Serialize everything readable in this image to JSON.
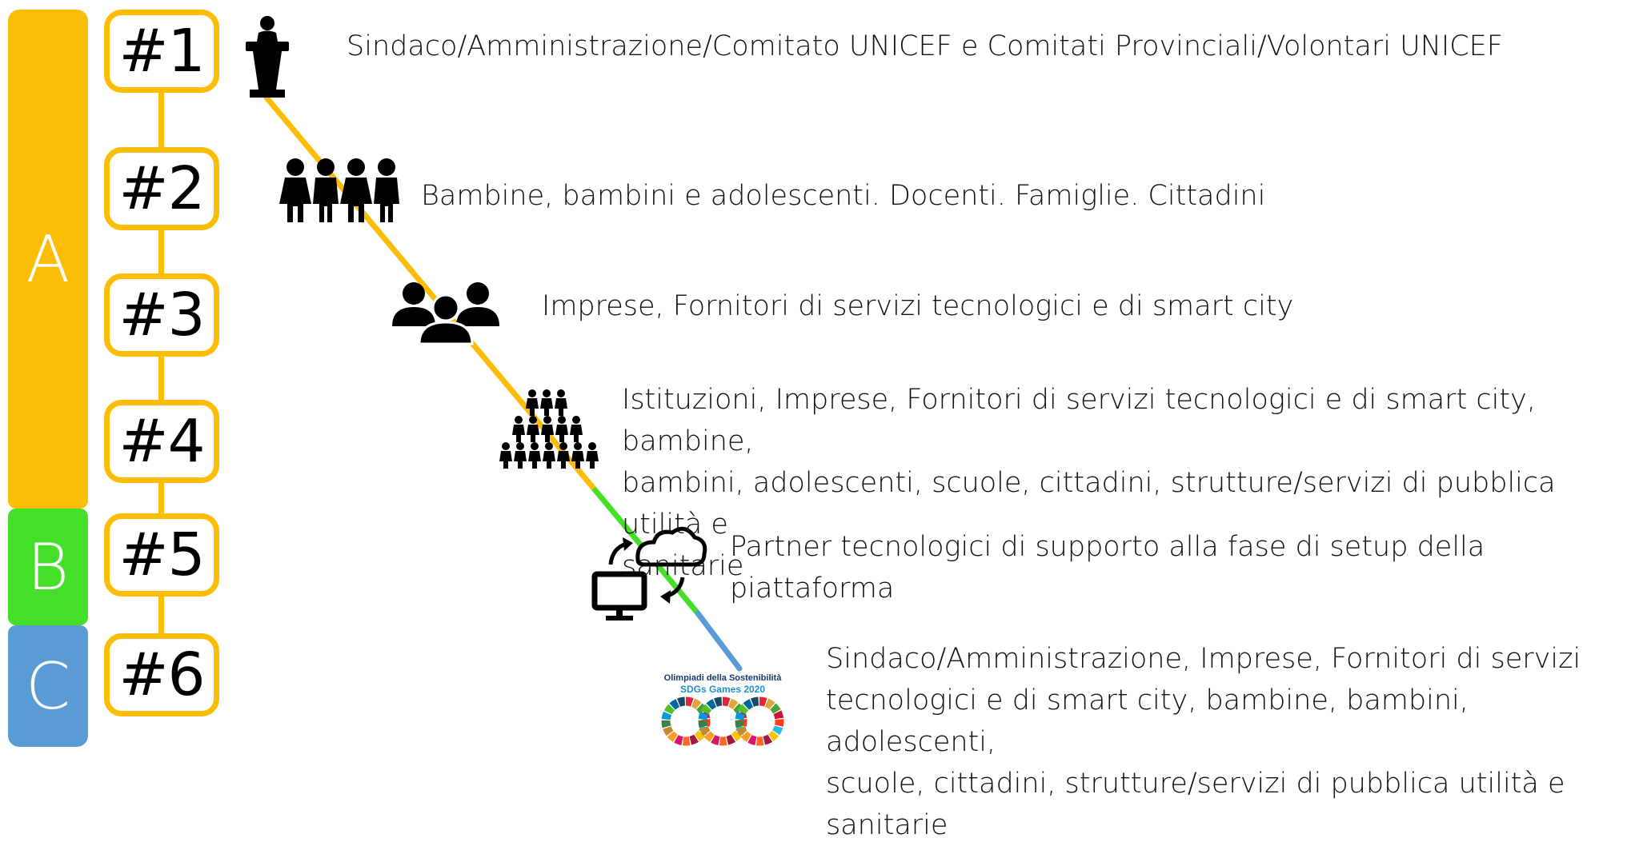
{
  "phases": [
    {
      "label": "A",
      "color": "#fcbd06"
    },
    {
      "label": "B",
      "color": "#45df2a"
    },
    {
      "label": "C",
      "color": "#5b9bd5"
    }
  ],
  "steps": [
    {
      "label": "#1",
      "icon": "speaker-podium-icon",
      "text": "Sindaco/Amministrazione/Comitato UNICEF e Comitati Provinciali/Volontari UNICEF"
    },
    {
      "label": "#2",
      "icon": "family-group-icon",
      "text": "Bambine, bambini e adolescenti. Docenti. Famiglie. Cittadini"
    },
    {
      "label": "#3",
      "icon": "business-team-icon",
      "text": "Imprese, Fornitori di servizi tecnologici e di smart city"
    },
    {
      "label": "#4",
      "icon": "crowd-pyramid-icon",
      "text_lines": [
        "Istituzioni, Imprese, Fornitori di servizi tecnologici e di smart city, bambine,",
        "bambini, adolescenti, scuole, cittadini, strutture/servizi di pubblica utilità e",
        "sanitarie"
      ]
    },
    {
      "label": "#5",
      "icon": "cloud-computer-sync-icon",
      "text_lines": [
        "Partner tecnologici di supporto alla fase di setup della",
        "piattaforma"
      ]
    },
    {
      "label": "#6",
      "icon": "sdgs-olympic-rings-logo",
      "text_lines": [
        "Sindaco/Amministrazione, Imprese, Fornitori di servizi",
        "tecnologici e di smart city, bambine, bambini, adolescenti,",
        "scuole, cittadini, strutture/servizi di pubblica utilità e sanitarie"
      ]
    }
  ],
  "logo": {
    "title": "Olimpiadi della Sostenibilità",
    "subtitle": "SDGs Games 2020",
    "title_color": "#1a3a6b",
    "subtitle_color": "#1e90c8"
  },
  "colors": {
    "accent_yellow": "#fcbd06",
    "accent_green": "#45df2a",
    "accent_blue": "#5b9bd5"
  }
}
